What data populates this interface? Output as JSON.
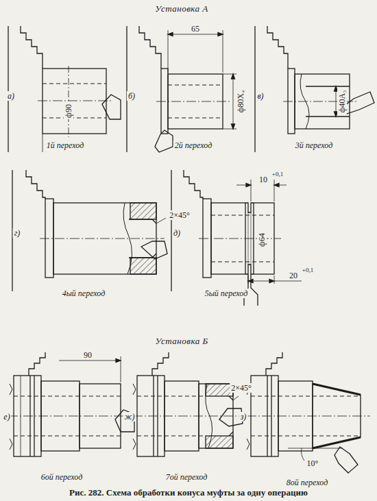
{
  "diagram": {
    "caption": "Рис. 282. Схема обработки конуса муфты за одну операцию",
    "labels": [
      "Установка А",
      "а)",
      "ф90",
      "1й переход",
      "б)",
      "65",
      "ф80Х₄",
      "2й переход",
      "в)",
      "ф40А₃",
      "3й переход",
      "г)",
      "2×45°",
      "4ый переход",
      "д)",
      "10",
      "+0,1",
      "ф64",
      "20",
      "+0,1",
      "5ый переход",
      "Установка Б",
      "е)",
      "90",
      "6ой переход",
      "ж)",
      "2×45°",
      "7ой переход",
      "з)",
      "10°",
      "8ой переход"
    ]
  }
}
